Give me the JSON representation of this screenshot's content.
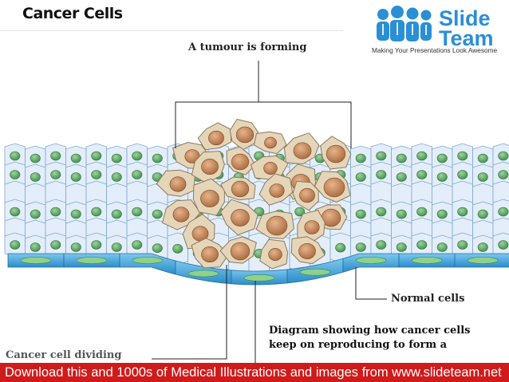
{
  "title": "Cancer Cells",
  "logo": {
    "word1": "Slide",
    "word2": "Team",
    "tagline": "Making Your Presentations Look Awesome"
  },
  "labels": {
    "tumour": "A tumour is forming",
    "normal": "Normal cells",
    "dividing": "Cancer cell dividing",
    "description_line1": "Diagram showing how cancer cells",
    "description_line2": "keep on reproducing to form a"
  },
  "banner": "Download this and 1000s of Medical Illustrations and images from www.slideteam.net",
  "colors": {
    "cell_fill": "#e3eefa",
    "cell_stroke": "#7fa7cf",
    "nucleus": "#56a15e",
    "basement": "#3fa3d8",
    "tumour_cell": "#e5d5b9",
    "tumour_nucleus": "#c68a5a",
    "banner": "#cf1b1b",
    "logo": "#2a8fd4"
  }
}
